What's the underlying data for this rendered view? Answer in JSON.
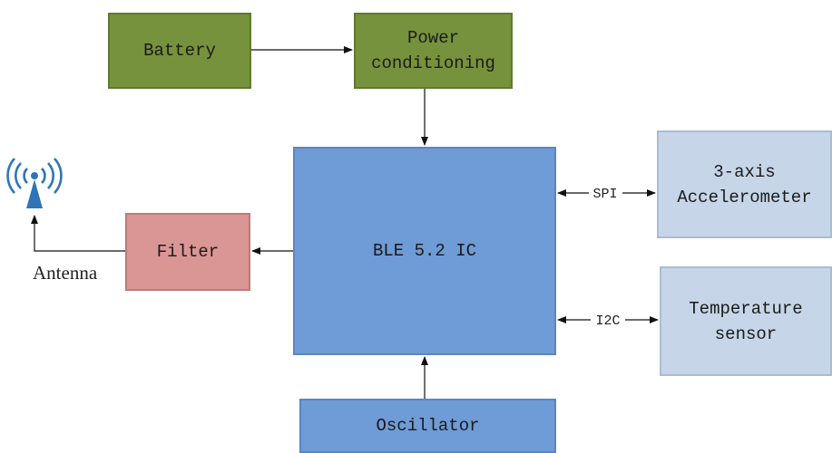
{
  "blocks": {
    "battery": "Battery",
    "power": "Power\nconditioning",
    "ble": "BLE 5.2 IC",
    "filter": "Filter",
    "accelerometer": "3-axis\nAccelerometer",
    "temperature": "Temperature\nsensor",
    "oscillator": "Oscillator"
  },
  "antenna_label": "Antenna",
  "bus_labels": {
    "spi": "SPI",
    "i2c": "I2C"
  },
  "colors": {
    "green_block": "#76923c",
    "blue_block": "#6f9bd6",
    "pink_block": "#d99694",
    "light_block": "#c6d6e8",
    "antenna": "#2e75b6"
  },
  "icons": {
    "antenna": "antenna-broadcast-icon"
  }
}
